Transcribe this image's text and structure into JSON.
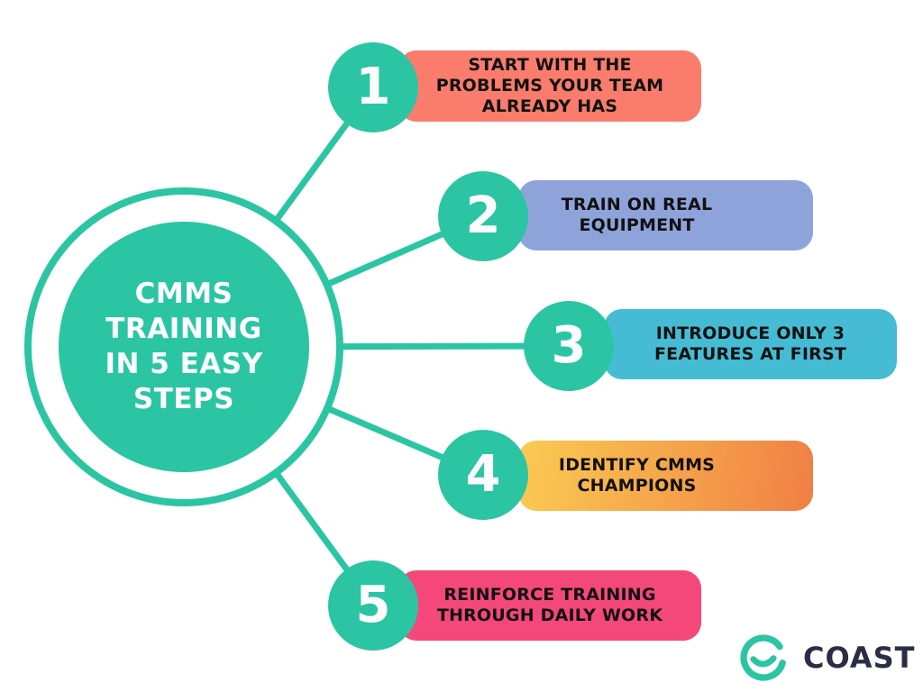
{
  "central": {
    "title": "CMMS\nTRAINING\nIN 5 EASY\nSTEPS"
  },
  "steps": [
    {
      "number": "1",
      "label": "START WITH THE\nPROBLEMS YOUR TEAM\nALREADY HAS",
      "color": "#F97C6D"
    },
    {
      "number": "2",
      "label": "TRAIN ON REAL\nEQUIPMENT",
      "color": "#8FA3DB"
    },
    {
      "number": "3",
      "label": "INTRODUCE ONLY 3\nFEATURES AT FIRST",
      "color": "#45BCD4"
    },
    {
      "number": "4",
      "label": "IDENTIFY CMMS\nCHAMPIONS",
      "gradient": [
        "#FBCB52",
        "#F07F45"
      ]
    },
    {
      "number": "5",
      "label": "REINFORCE TRAINING\nTHROUGH DAILY WORK",
      "color": "#F4487B"
    }
  ],
  "brand": {
    "name": "COAST"
  },
  "colors": {
    "teal": "#2BC5A4",
    "background": "#FFFFFF",
    "label_text": "#111111",
    "title_text": "#FDFEFE",
    "brand_text": "#2B2D45"
  }
}
